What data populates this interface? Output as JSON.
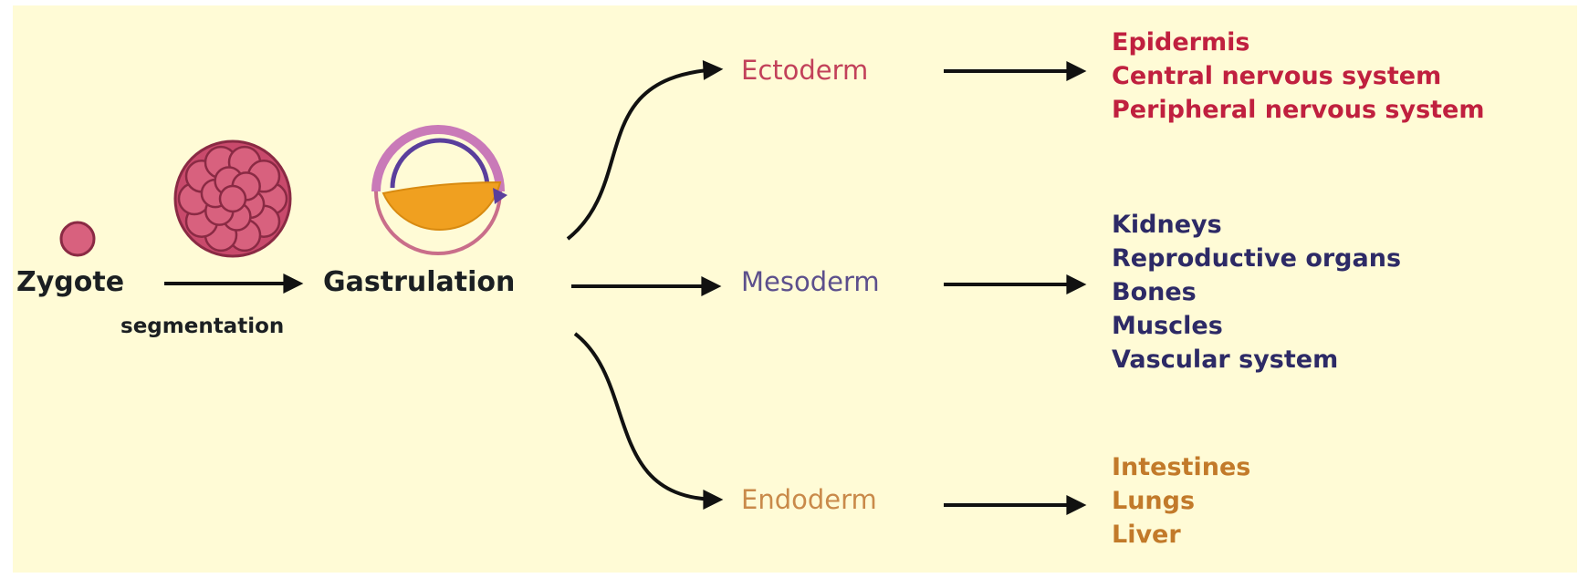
{
  "stages": {
    "zygote": "Zygote",
    "segmentation": "segmentation",
    "gastrulation": "Gastrulation"
  },
  "germ_layers": [
    {
      "name": "Ectoderm",
      "color": "#c2415a",
      "outcomes": [
        "Epidermis",
        "Central nervous system",
        "Peripheral nervous system"
      ],
      "outcome_color": "#c0203f"
    },
    {
      "name": "Mesoderm",
      "color": "#5c4f8c",
      "outcomes": [
        "Kidneys",
        "Reproductive organs",
        "Bones",
        "Muscles",
        "Vascular system"
      ],
      "outcome_color": "#2d2a66"
    },
    {
      "name": "Endoderm",
      "color": "#c98a4a",
      "outcomes": [
        "Intestines",
        "Lungs",
        "Liver"
      ],
      "outcome_color": "#c27a2a"
    }
  ],
  "colors": {
    "background": "#fffbd6",
    "arrow": "#111111",
    "cell": "#d8617e",
    "cell_outline": "#8a2a44",
    "yolk": "#f0a020"
  },
  "icons": [
    "zygote-cell-icon",
    "morula-cluster-icon",
    "gastrula-icon"
  ]
}
